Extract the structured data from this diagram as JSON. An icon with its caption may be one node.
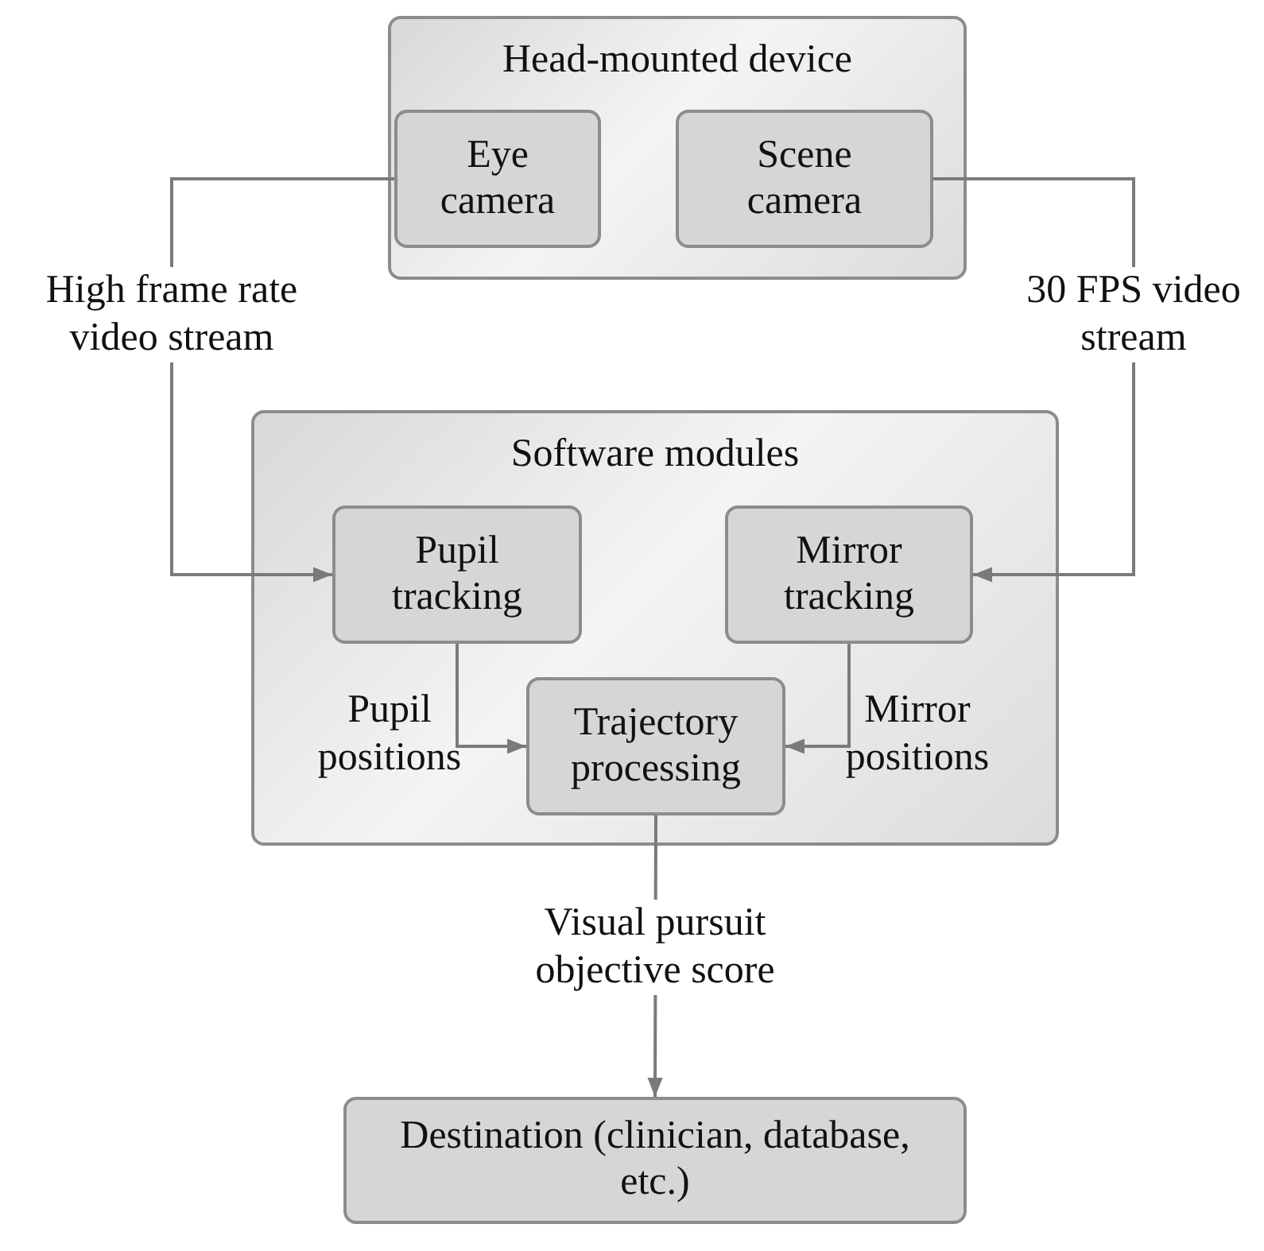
{
  "diagram": {
    "nodes": [
      {
        "text": [
          "Head-mounted device"
        ]
      },
      {
        "text": [
          "Eye camera"
        ],
        "in": 0
      },
      {
        "text": [
          "Scene camera"
        ],
        "in": 0
      },
      {
        "text": [
          "Software modules"
        ]
      },
      {
        "text": [
          "Pupil tracking"
        ],
        "in": 3
      },
      {
        "text": [
          "Mirror tracking"
        ],
        "in": 3
      },
      {
        "text": [
          "Trajectory processing"
        ],
        "in": 3
      },
      {
        "text": [
          "Destination (clinician, database, etc.)"
        ]
      }
    ],
    "edges": [
      {
        "from": 1,
        "to": 4,
        "arrow": "to",
        "label": "High frame rate video stream"
      },
      {
        "from": 2,
        "to": 5,
        "arrow": "to",
        "label": "30 FPS video stream"
      },
      {
        "from": 4,
        "to": 6,
        "arrow": "to",
        "label": "Pupil positions"
      },
      {
        "from": 5,
        "to": 6,
        "arrow": "to",
        "label": "Mirror positions"
      },
      {
        "from": 6,
        "to": 7,
        "arrow": "to",
        "label": "Visual pursuit objective score"
      }
    ]
  }
}
